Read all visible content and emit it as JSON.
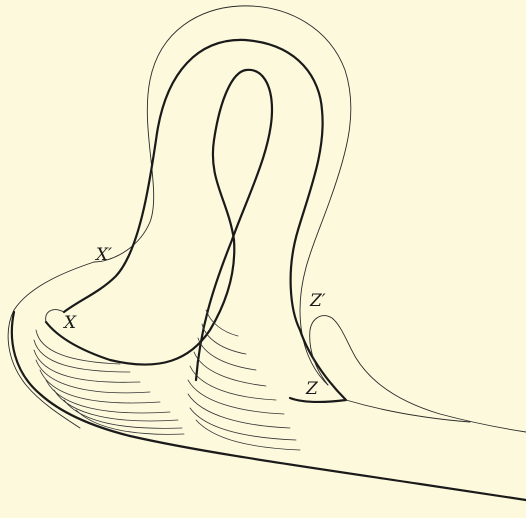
{
  "figure": {
    "background_color": "#fcf9dc",
    "ink_color": "#1a1a1a",
    "labels": {
      "x_prime": "X′",
      "x": "X",
      "z_prime": "Z′",
      "z": "Z"
    }
  }
}
